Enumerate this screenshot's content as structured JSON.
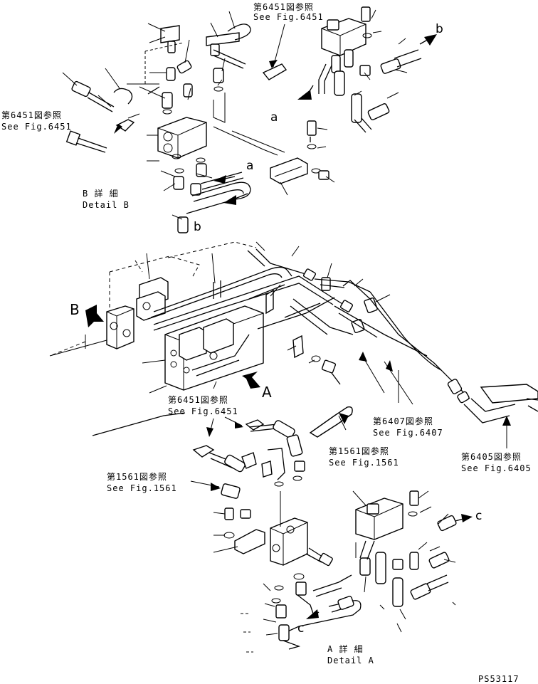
{
  "references": {
    "fig6451_top_jp": "第6451図参照",
    "fig6451_top_en": "See Fig.6451",
    "fig6451_left_jp": "第6451図参照",
    "fig6451_left_en": "See Fig.6451",
    "fig6451_mid_jp": "第6451図参照",
    "fig6451_mid_en": "See Fig.6451",
    "fig6407_jp": "第6407図参照",
    "fig6407_en": "See Fig.6407",
    "fig1561_right_jp": "第1561図参照",
    "fig1561_right_en": "See Fig.1561",
    "fig1561_left_jp": "第1561図参照",
    "fig1561_left_en": "See Fig.1561",
    "fig6405_jp": "第6405図参照",
    "fig6405_en": "See Fig.6405"
  },
  "details": {
    "b_jp": "B 詳 細",
    "b_en": "Detail B",
    "a_jp": "A 詳 細",
    "a_en": "Detail A"
  },
  "markers": {
    "a_top": "a",
    "a_top2": "a",
    "b_top": "b",
    "b_low": "b",
    "c_right": "c",
    "c_low": "c",
    "view_b": "B",
    "view_a": "A"
  },
  "drawing_number": "PS53117"
}
